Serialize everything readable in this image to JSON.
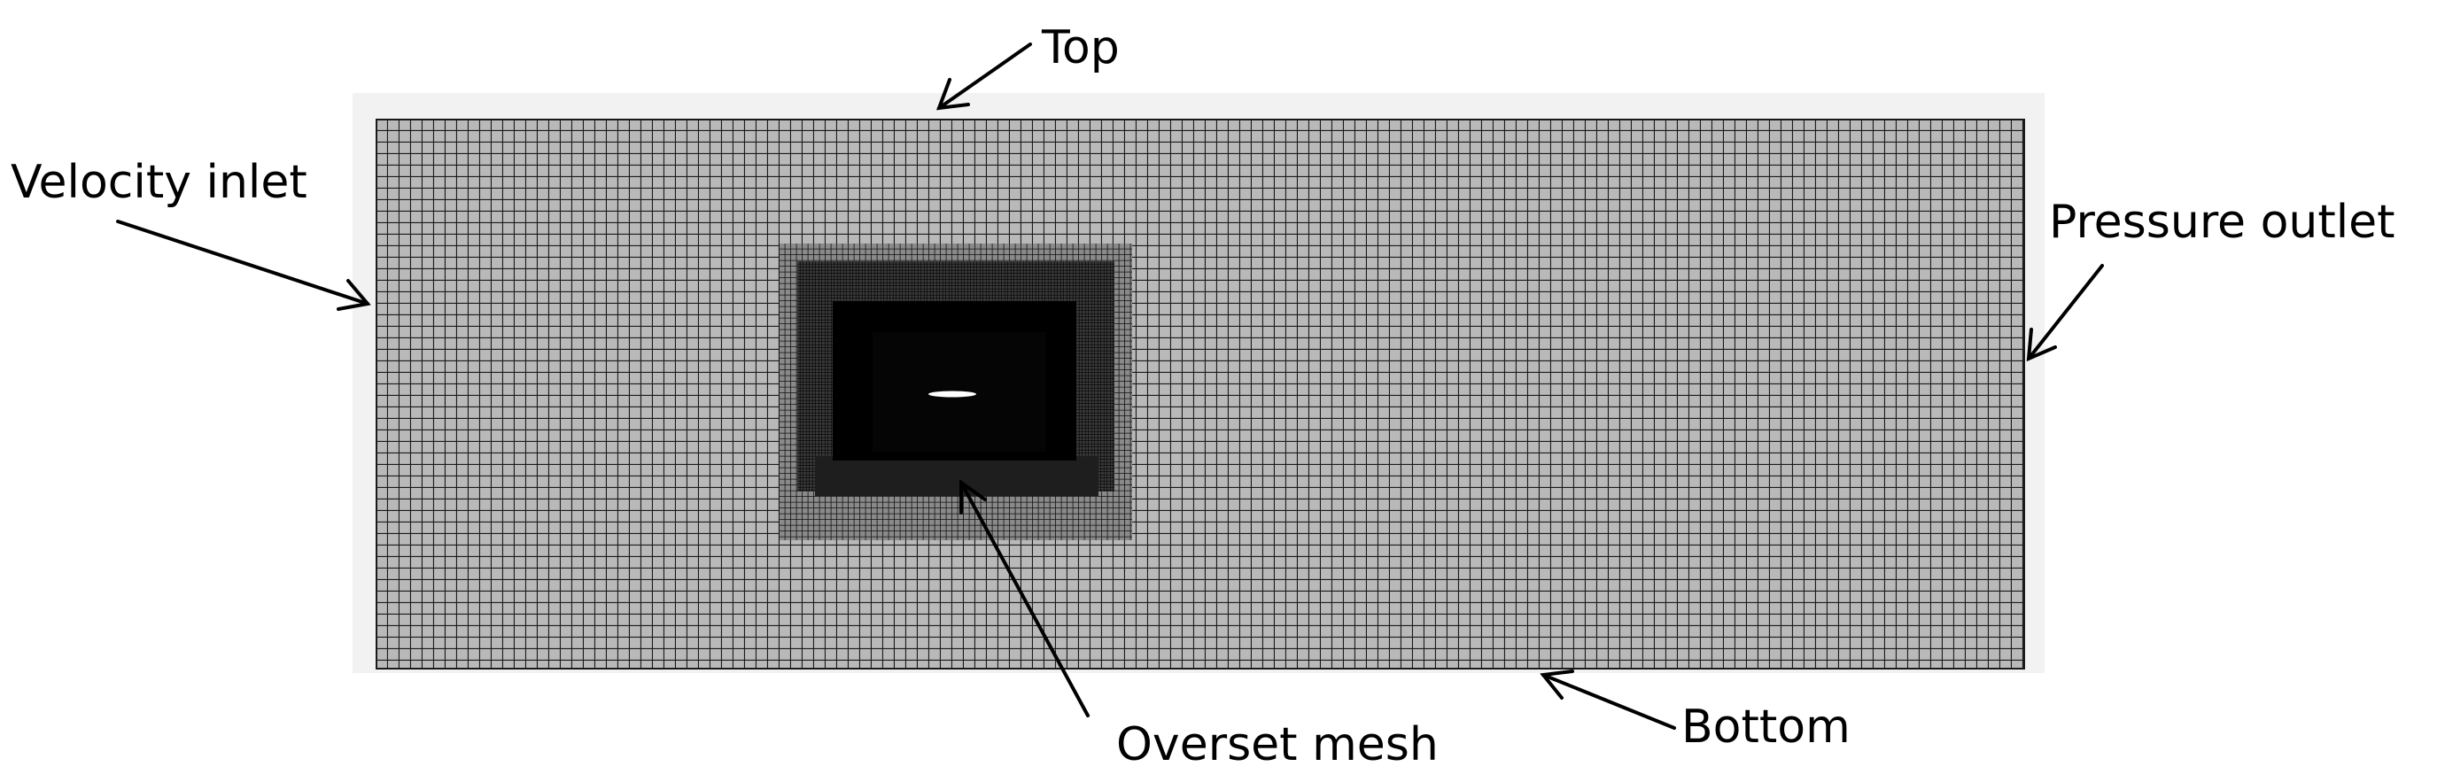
{
  "labels": {
    "top": "Top",
    "velocity_inlet": "Velocity inlet",
    "pressure_outlet": "Pressure outlet",
    "overset_mesh": "Overset mesh",
    "bottom": "Bottom"
  },
  "colors": {
    "background_mesh": "#000000",
    "background_mesh_fill": "#b8b8b8",
    "panel": "#f2f2f2",
    "dense_core": "#000000",
    "airfoil": "#ffffff",
    "arrow": "#000000"
  }
}
